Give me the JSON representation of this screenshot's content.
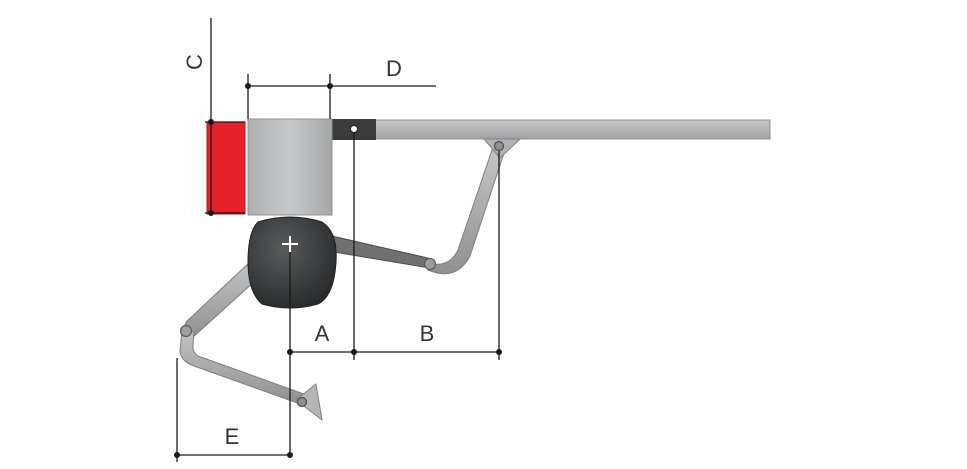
{
  "dimensions": {
    "A": "A",
    "B": "B",
    "C": "C",
    "D": "D",
    "E": "E"
  },
  "colors": {
    "gate_beam": "#b3b5b7",
    "gate_beam_edge": "#8f9193",
    "pillar_red": "#e5212b",
    "operator_housing": "#b9bbbd",
    "motor_body": "#3b3c3e",
    "arm_metal": "#a9abad",
    "dimension_line": "#1a1a1a"
  }
}
